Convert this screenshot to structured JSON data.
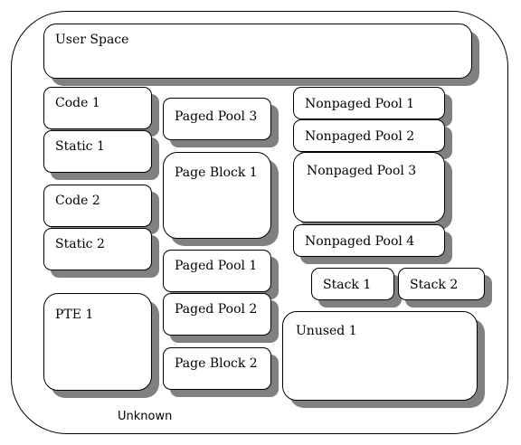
{
  "diagram": {
    "blocks": {
      "user_space": "User Space",
      "code_1": "Code 1",
      "static_1": "Static 1",
      "code_2": "Code 2",
      "static_2": "Static 2",
      "pte_1": "PTE 1",
      "paged_pool_3": "Paged Pool 3",
      "page_block_1": "Page Block 1",
      "paged_pool_1": "Paged Pool 1",
      "paged_pool_2": "Paged Pool 2",
      "page_block_2": "Page Block 2",
      "nonpaged_pool_1": "Nonpaged Pool 1",
      "nonpaged_pool_2": "Nonpaged Pool 2",
      "nonpaged_pool_3": "Nonpaged Pool 3",
      "nonpaged_pool_4": "Nonpaged Pool 4",
      "stack_1": "Stack 1",
      "stack_2": "Stack 2",
      "unused_1": "Unused 1"
    },
    "outer_label": "Unknown"
  }
}
